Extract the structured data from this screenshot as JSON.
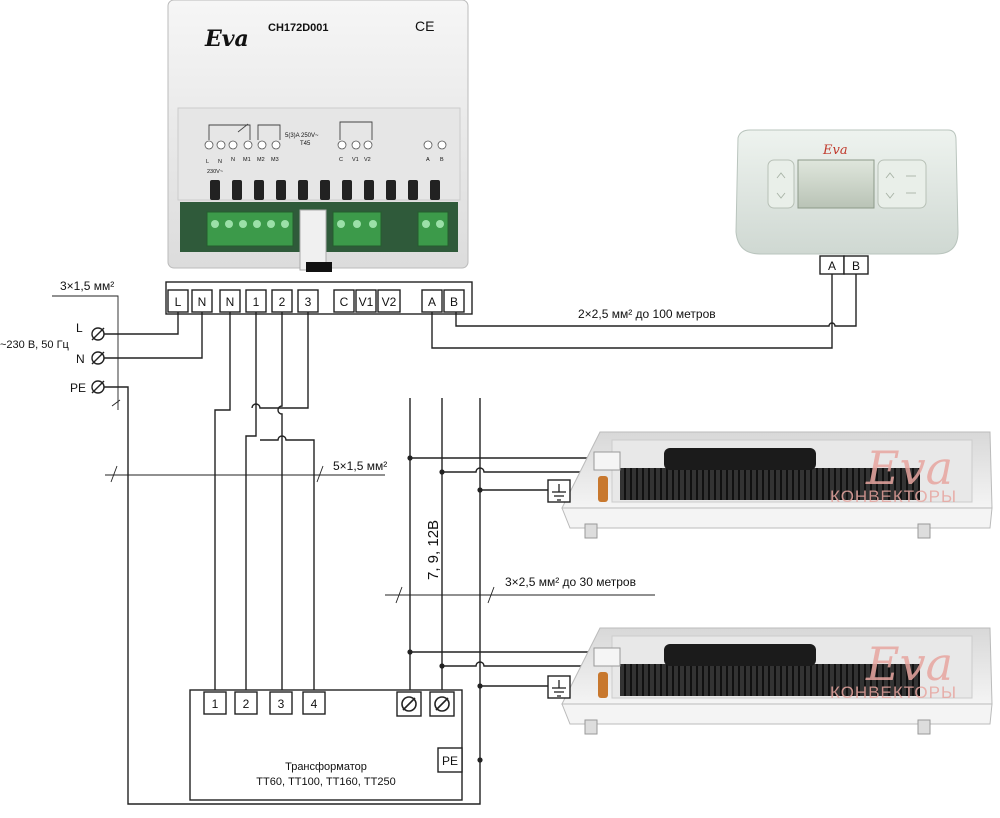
{
  "controller": {
    "brand": "Eva",
    "model": "CH172D001",
    "ce_mark": "CE",
    "relay_rating": "5(3)A 250V~",
    "relay_temp": "T45",
    "supply_label": "230V~",
    "printed_terminals": [
      "L",
      "N",
      "N",
      "M1",
      "M2",
      "M3",
      "C",
      "V1",
      "V2",
      "A",
      "B"
    ],
    "terminals_main": [
      "L",
      "N",
      "N",
      "1",
      "2",
      "3"
    ],
    "terminals_valve": [
      "C",
      "V1",
      "V2"
    ],
    "terminals_bus": [
      "A",
      "B"
    ]
  },
  "panel": {
    "brand": "Eva",
    "terminals": [
      "A",
      "B"
    ]
  },
  "supply": {
    "cable": "3×1,5 мм²",
    "L": "L",
    "N": "N",
    "PE": "PE",
    "voltage": "~230 В, 50 Гц"
  },
  "bus_cable": "2×2,5 мм² до 100 метров",
  "fan_cable": "5×1,5 мм²",
  "low_voltage_label": "7, 9, 12В",
  "heater_cable": "3×2,5 мм² до 30 метров",
  "transformer": {
    "terminals": [
      "1",
      "2",
      "3",
      "4"
    ],
    "pe": "PE",
    "title": "Трансформатор",
    "models": "ТТ60, ТТ100, ТТ160, ТТ250"
  },
  "convector_watermark": {
    "brand": "Eva",
    "subtitle": "КОНВЕКТОРЫ"
  },
  "colors": {
    "wire": "#222222",
    "terminal_green": "#3c9a4a",
    "watermark": "#e7a6a0",
    "device_body": "#ececec"
  }
}
